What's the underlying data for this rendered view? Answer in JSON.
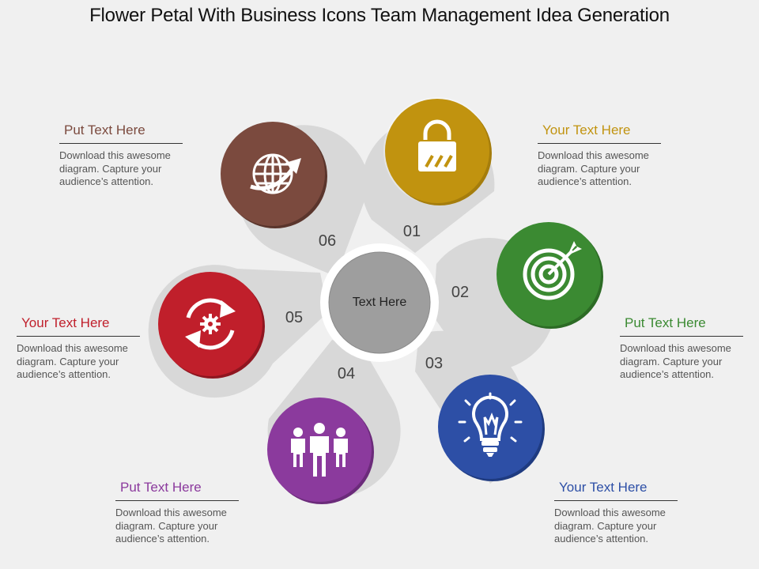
{
  "title": "Flower Petal With Business Icons Team Management Idea Generation",
  "center": {
    "label": "Text Here"
  },
  "petals": [
    {
      "number": "01",
      "icon": "lock-icon",
      "color": "#c1930f",
      "heading": "Your Text Here",
      "heading_color": "#c1930f",
      "body": "Download this awesome diagram. Capture your audience’s attention."
    },
    {
      "number": "02",
      "icon": "target-icon",
      "color": "#3b8a32",
      "heading": "Put Text Here",
      "heading_color": "#3b8a32",
      "body": "Download this awesome diagram. Capture your audience’s attention."
    },
    {
      "number": "03",
      "icon": "lightbulb-icon",
      "color": "#2d4fa6",
      "heading": "Your Text Here",
      "heading_color": "#2d4fa6",
      "body": "Download this awesome diagram. Capture your audience’s attention."
    },
    {
      "number": "04",
      "icon": "team-icon",
      "color": "#8b3a9d",
      "heading": "Put Text Here",
      "heading_color": "#8b3a9d",
      "body": "Download this awesome diagram. Capture your audience’s attention."
    },
    {
      "number": "05",
      "icon": "refresh-gear-icon",
      "color": "#c01f2b",
      "heading": "Your Text Here",
      "heading_color": "#c01f2b",
      "body": "Download this awesome diagram. Capture your audience’s attention."
    },
    {
      "number": "06",
      "icon": "globe-arrow-icon",
      "color": "#7b4a3e",
      "heading": "Put Text Here",
      "heading_color": "#7b4a3e",
      "body": "Download this awesome diagram. Capture your audience’s attention."
    }
  ]
}
